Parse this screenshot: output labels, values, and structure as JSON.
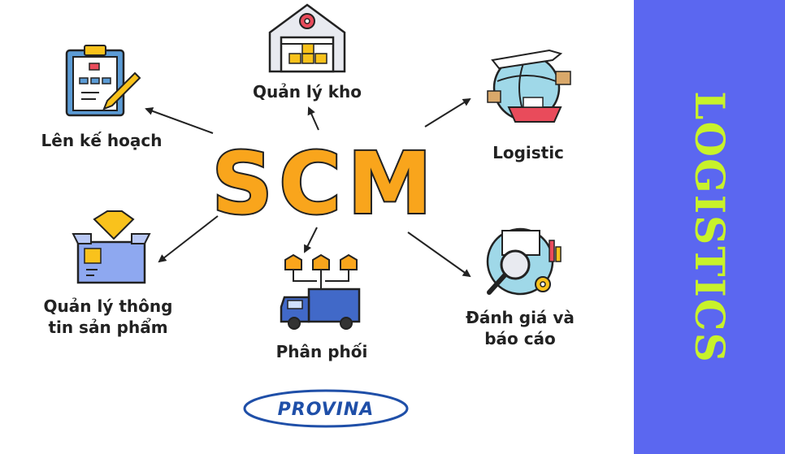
{
  "center": {
    "text": "SCM",
    "color": "#f9a51c"
  },
  "nodes": {
    "warehouse": "Quản lý kho",
    "planning": "Lên kế hoạch",
    "logistic": "Logistic",
    "product_info": "Quản lý thông\ntin sản phẩm",
    "distribution": "Phân phối",
    "evaluation": "Đánh giá và\nbáo cáo"
  },
  "side_panel": {
    "text": "LOGISTICS",
    "background": "#5b67f0",
    "text_color": "#c8f22a"
  },
  "logo": {
    "text": "PROVINA",
    "color": "#1f4fa8"
  },
  "icons": [
    "warehouse-icon",
    "clipboard-icon",
    "globe-shipping-icon",
    "diamond-box-icon",
    "delivery-truck-icon",
    "magnifier-report-icon"
  ]
}
